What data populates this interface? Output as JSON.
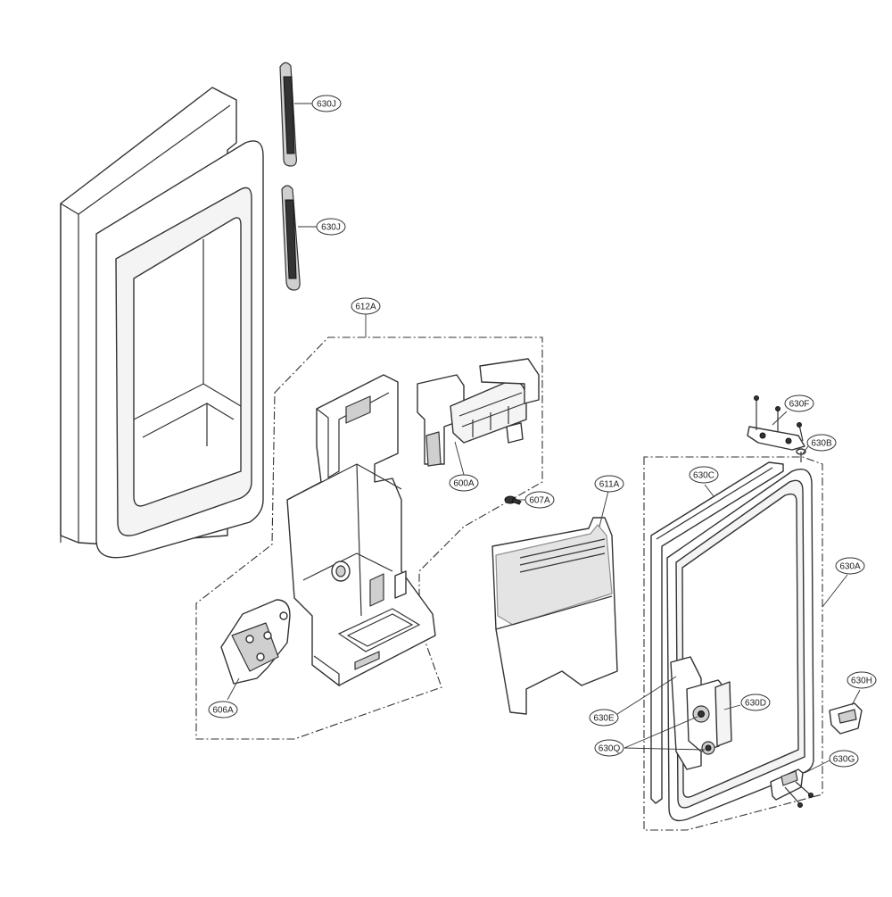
{
  "diagram": {
    "callouts": [
      {
        "id": "630J_top",
        "label": "630J"
      },
      {
        "id": "630J_bottom",
        "label": "630J"
      },
      {
        "id": "612A",
        "label": "612A"
      },
      {
        "id": "600A",
        "label": "600A"
      },
      {
        "id": "607A",
        "label": "607A"
      },
      {
        "id": "611A",
        "label": "611A"
      },
      {
        "id": "606A",
        "label": "606A"
      },
      {
        "id": "630F",
        "label": "630F"
      },
      {
        "id": "630B",
        "label": "630B"
      },
      {
        "id": "630C",
        "label": "630C"
      },
      {
        "id": "630A",
        "label": "630A"
      },
      {
        "id": "630H",
        "label": "630H"
      },
      {
        "id": "630D",
        "label": "630D"
      },
      {
        "id": "630E",
        "label": "630E"
      },
      {
        "id": "630Q",
        "label": "630Q"
      },
      {
        "id": "630G",
        "label": "630G"
      }
    ]
  }
}
